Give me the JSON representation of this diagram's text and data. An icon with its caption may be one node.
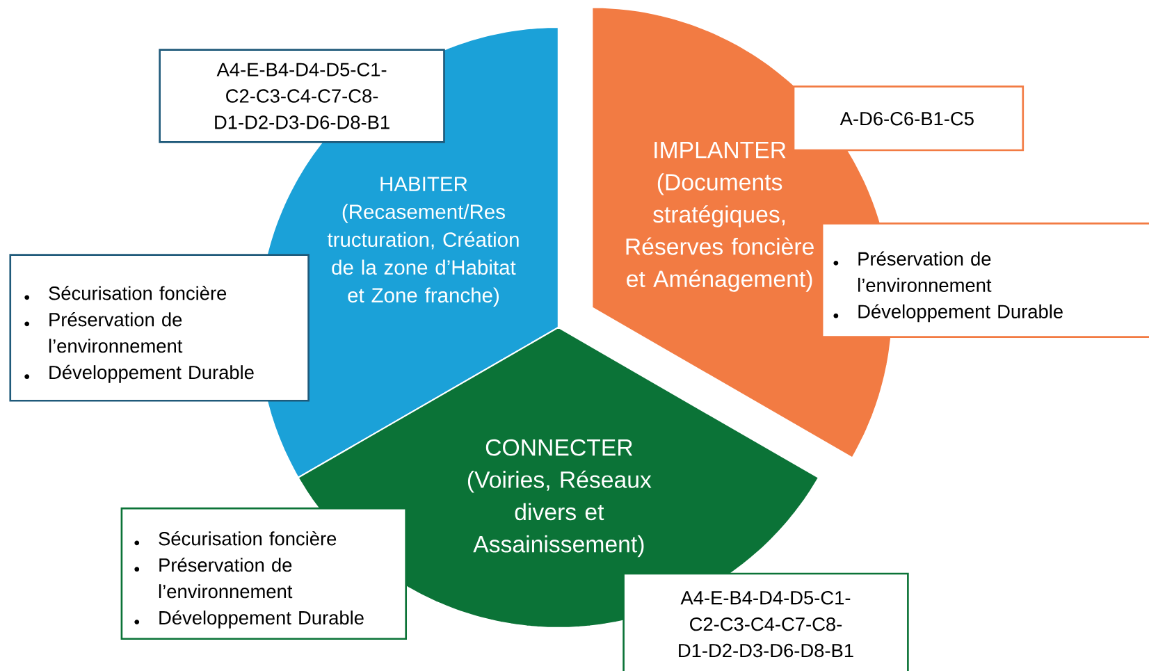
{
  "diagram": {
    "nodes": [
      {
        "text": [
          "HABITER",
          "(Recasement/Res tructuration, Création de la zone d’Habitat et Zone franche)"
        ]
      },
      {
        "text": [
          "A4-E-B4-D4-D5-C1-C2-C3-C4-C7-C8-D1-D2-D3-D6-D8-B1"
        ]
      },
      {
        "text": [
          "Sécurisation foncière",
          "Préservation de l’environnement",
          "Développement Durable"
        ]
      },
      {
        "text": [
          "IMPLANTER",
          "(Documents stratégiques, Réserves foncière et Aménagement)"
        ]
      },
      {
        "text": [
          "A-D6-C6-B1-C5"
        ]
      },
      {
        "text": [
          "Préservation de l’environnement",
          "Développement Durable"
        ]
      },
      {
        "text": [
          "CONNECTER",
          "(Voiries, Réseaux divers et Assainissement)"
        ]
      },
      {
        "text": [
          "Sécurisation foncière",
          "Préservation de l’environnement",
          "Développement Durable"
        ]
      },
      {
        "text": [
          "A4-E-B4-D4-D5-C1-C2-C3-C4-C7-C8-D1-D2-D3-D6-D8-B1"
        ]
      }
    ]
  }
}
